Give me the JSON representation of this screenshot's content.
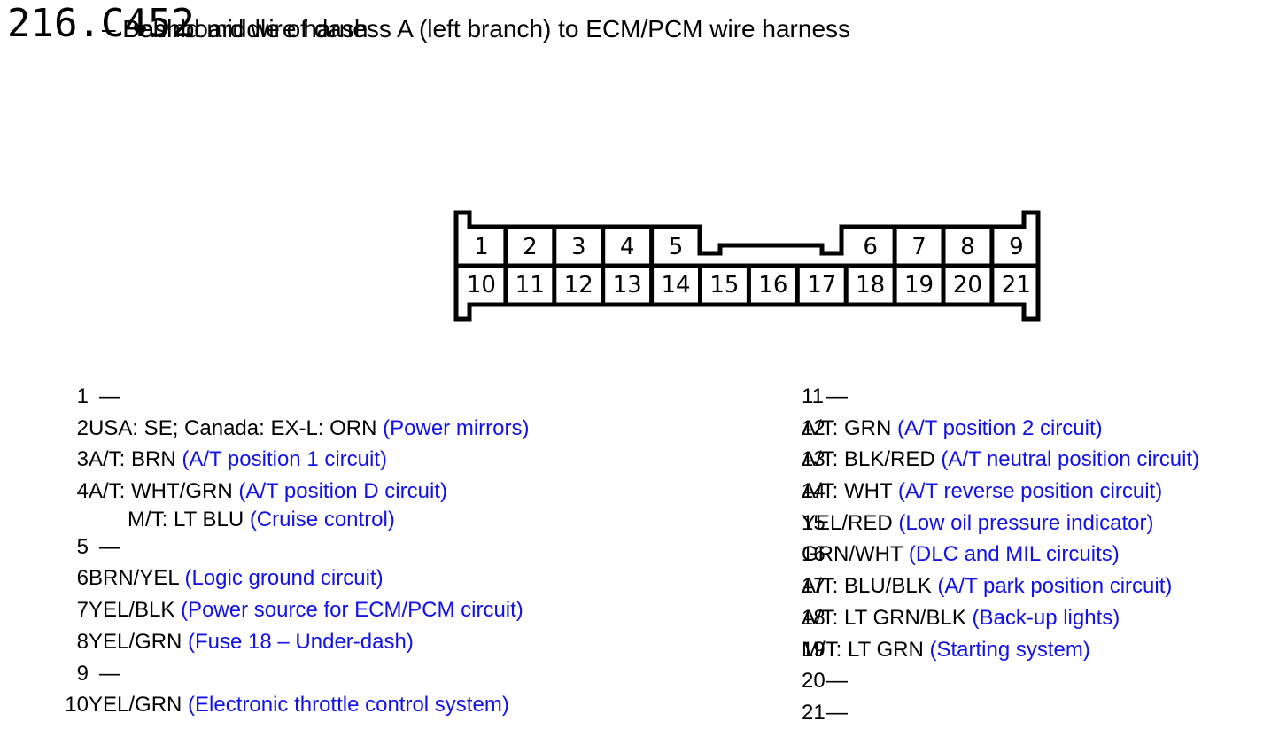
{
  "header": {
    "id": "216.C452",
    "location": "– Behind middle of dash",
    "description": "– Dashboard wire harness A (left branch) to ECM/PCM wire harness"
  },
  "connector": {
    "top_row": [
      "1",
      "2",
      "3",
      "4",
      "5",
      "6",
      "7",
      "8",
      "9"
    ],
    "bottom_row": [
      "10",
      "11",
      "12",
      "13",
      "14",
      "15",
      "16",
      "17",
      "18",
      "19",
      "20",
      "21"
    ]
  },
  "pins_left": [
    {
      "num": "1",
      "text": "—",
      "note": ""
    },
    {
      "num": "2",
      "text": "USA: SE; Canada: EX-L: ORN ",
      "note": "(Power mirrors)"
    },
    {
      "num": "3",
      "text": "A/T: BRN ",
      "note": "(A/T position 1 circuit)"
    },
    {
      "num": "4",
      "text": "A/T: WHT/GRN ",
      "note": "(A/T position D circuit)"
    },
    {
      "num": "",
      "text": "M/T: LT BLU ",
      "note": "(Cruise control)"
    },
    {
      "num": "5",
      "text": "—",
      "note": ""
    },
    {
      "num": "6",
      "text": "BRN/YEL ",
      "note": "(Logic ground circuit)"
    },
    {
      "num": "7",
      "text": "YEL/BLK ",
      "note": "(Power source for ECM/PCM circuit)"
    },
    {
      "num": "8",
      "text": "YEL/GRN ",
      "note": "(Fuse 18 – Under-dash)"
    },
    {
      "num": "9",
      "text": "—",
      "note": ""
    },
    {
      "num": "10",
      "text": "YEL/GRN ",
      "note": "(Electronic throttle control system)"
    }
  ],
  "pins_right": [
    {
      "num": "11",
      "text": "—",
      "note": ""
    },
    {
      "num": "12",
      "text": "A/T: GRN ",
      "note": "(A/T position 2 circuit)"
    },
    {
      "num": "13",
      "text": "A/T: BLK/RED ",
      "note": "(A/T neutral position circuit)"
    },
    {
      "num": "14",
      "text": "A/T: WHT ",
      "note": "(A/T reverse position circuit)"
    },
    {
      "num": "15",
      "text": "YEL/RED ",
      "note": "(Low oil pressure indicator)"
    },
    {
      "num": "16",
      "text": "GRN/WHT ",
      "note": "(DLC and MIL circuits)"
    },
    {
      "num": "17",
      "text": "A/T: BLU/BLK ",
      "note": "(A/T park position circuit)"
    },
    {
      "num": "18",
      "text": "A/T: LT GRN/BLK ",
      "note": "(Back-up lights)"
    },
    {
      "num": "19",
      "text": "M/T: LT GRN ",
      "note": "(Starting system)"
    },
    {
      "num": "20",
      "text": "—",
      "note": ""
    },
    {
      "num": "21",
      "text": "—",
      "note": ""
    }
  ],
  "colors": {
    "note": "#1111e8",
    "line": "#000000"
  }
}
